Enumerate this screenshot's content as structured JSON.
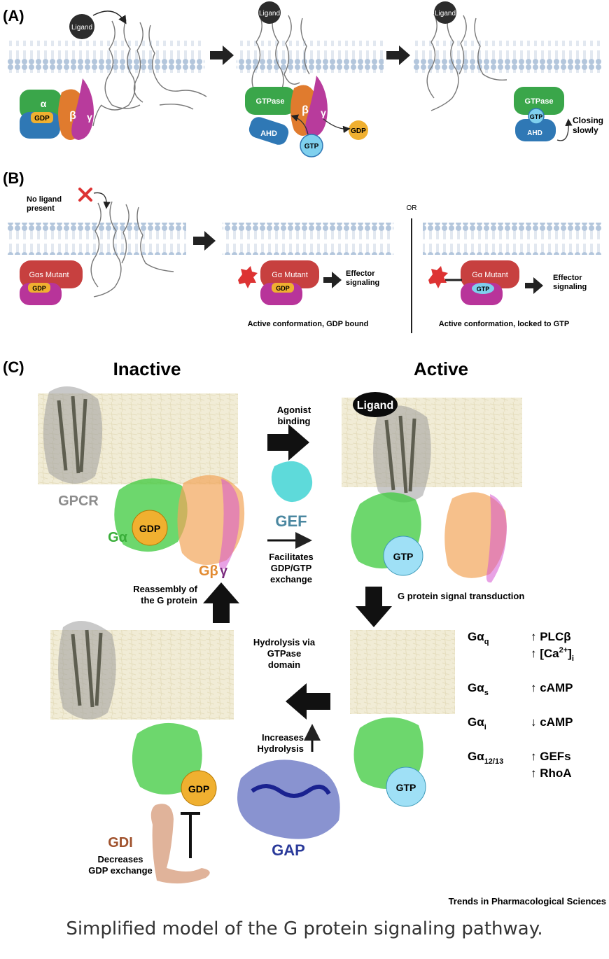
{
  "panel_labels": {
    "a": "(A)",
    "b": "(B)",
    "c": "(C)"
  },
  "panel_a": {
    "ligand": "Ligand",
    "alpha": "α",
    "beta": "β",
    "gamma": "γ",
    "gdp": "GDP",
    "gtp": "GTP",
    "gtpase": "GTPase",
    "ahd": "AHD",
    "closing": "Closing\nslowly"
  },
  "panel_b": {
    "no_ligand": "No ligand\npresent",
    "or": "OR",
    "gas_mutant": "Gαs Mutant",
    "ga_mutant": "Gα Mutant",
    "gdp": "GDP",
    "gtp": "GTP",
    "effector": "Effector\nsignaling",
    "caption_gdp": "Active conformation, GDP bound",
    "caption_gtp": "Active conformation, locked to GTP"
  },
  "panel_c": {
    "inactive": "Inactive",
    "active": "Active",
    "gpcr": "GPCR",
    "galpha": "Gα",
    "gbeta": "Gβ",
    "ggamma": "γ",
    "gdp": "GDP",
    "gtp": "GTP",
    "ligand": "Ligand",
    "agonist": "Agonist\nbinding",
    "gef": "GEF",
    "facilitates": "Facilitates\nGDP/GTP\nexchange",
    "transduction": "G protein signal transduction",
    "reassembly": "Reassembly of\nthe G protein",
    "hydrolysis": "Hydrolysis via\nGTPase\ndomain",
    "increases": "Increases\nHydrolysis",
    "gdi": "GDI",
    "decreases": "Decreases\nGDP exchange",
    "gap": "GAP",
    "effectors": [
      {
        "g": "Gα",
        "sub": "q",
        "arrow1": "↑",
        "eff1": "PLCβ",
        "arrow2": "↑",
        "eff2": "[Ca",
        "sup": "2+",
        "eff2_end": "]",
        "sub2": "i"
      },
      {
        "g": "Gα",
        "sub": "s",
        "arrow1": "↑",
        "eff1": "cAMP"
      },
      {
        "g": "Gα",
        "sub": "i",
        "arrow1": "↓",
        "eff1": "cAMP"
      },
      {
        "g": "Gα",
        "sub": "12/13",
        "arrow1": "↑",
        "eff1": "GEFs",
        "arrow2": "↑",
        "eff2": "RhoA"
      }
    ]
  },
  "credit": "Trends in Pharmacological Sciences",
  "caption": "Simplified model of the G protein signaling pathway.",
  "colors": {
    "alpha": "#3aa64a",
    "beta": "#e07b2e",
    "gamma": "#b83b9c",
    "gdp": "#f0b030",
    "ahd": "#2f78b5",
    "gtp": "#7fd0ee",
    "mutant": "#c7403f",
    "mutant_base": "#b8349a",
    "gef": "#42d4d4",
    "gap": "#3b4bb0",
    "gdi": "#d08a64",
    "membrane": "#efe9cf",
    "lipid": "#a9bfd9",
    "gpcr": "#888888"
  }
}
